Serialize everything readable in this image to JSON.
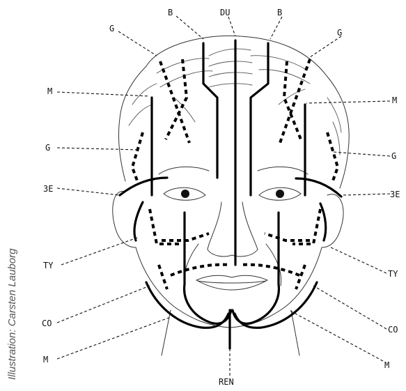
{
  "figure": {
    "credit": "Illustration: Carsten Lauborg",
    "labels": {
      "b_left": "B",
      "du": "DU",
      "b_right": "B",
      "g_top_left": "G",
      "g_top_right": "G",
      "m_left_upper": "M",
      "m_right_upper": "M",
      "g_left_mid": "G",
      "g_right_mid": "G",
      "e3_left": "3E",
      "e3_right": "3E",
      "ty_left": "TY",
      "ty_right": "TY",
      "co_left": "CO",
      "co_right": "CO",
      "m_left_lower": "M",
      "m_right_lower": "M",
      "ren": "REN"
    }
  }
}
